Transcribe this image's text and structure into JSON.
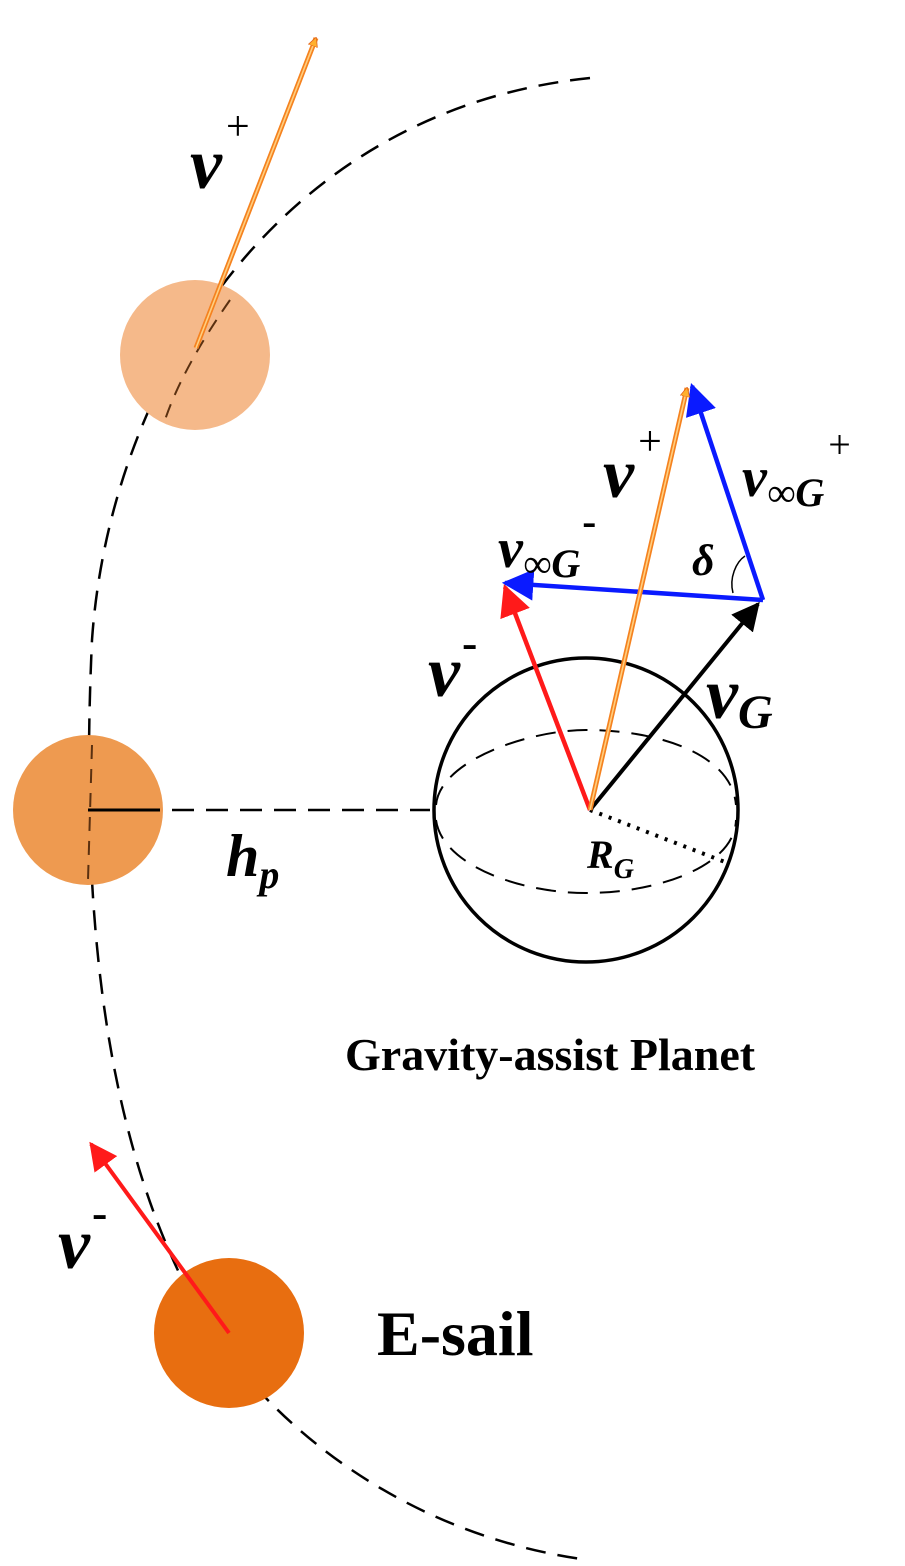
{
  "labels": {
    "v_plus_top": "v",
    "v_plus_top_sup": "+",
    "v_minus_bottom": "v",
    "v_minus_bottom_sup": "-",
    "v_plus_center": "v",
    "v_plus_center_sup": "+",
    "v_inf_plus": "v",
    "v_inf_plus_sub": "∞G",
    "v_inf_plus_sup": "+",
    "v_inf_minus": "v",
    "v_inf_minus_sub": "∞G",
    "v_inf_minus_sup": "-",
    "v_minus_center": "v",
    "v_minus_center_sup": "-",
    "v_G": "v",
    "v_G_sub": "G",
    "delta": "δ",
    "R_G": "R",
    "R_G_sub": "G",
    "h_p": "h",
    "h_p_sub": "p",
    "planet_caption": "Gravity-assist Planet",
    "esail_caption": "E-sail"
  },
  "colors": {
    "v_plus": "#f5821f",
    "v_plus_head": "#ffb02e",
    "v_minus": "#ff1a1a",
    "v_infinity": "#0a1aff",
    "v_G": "#000000",
    "sail_top": "#f5b98a",
    "sail_mid": "#ee9a50",
    "sail_bottom": "#e86e10"
  }
}
